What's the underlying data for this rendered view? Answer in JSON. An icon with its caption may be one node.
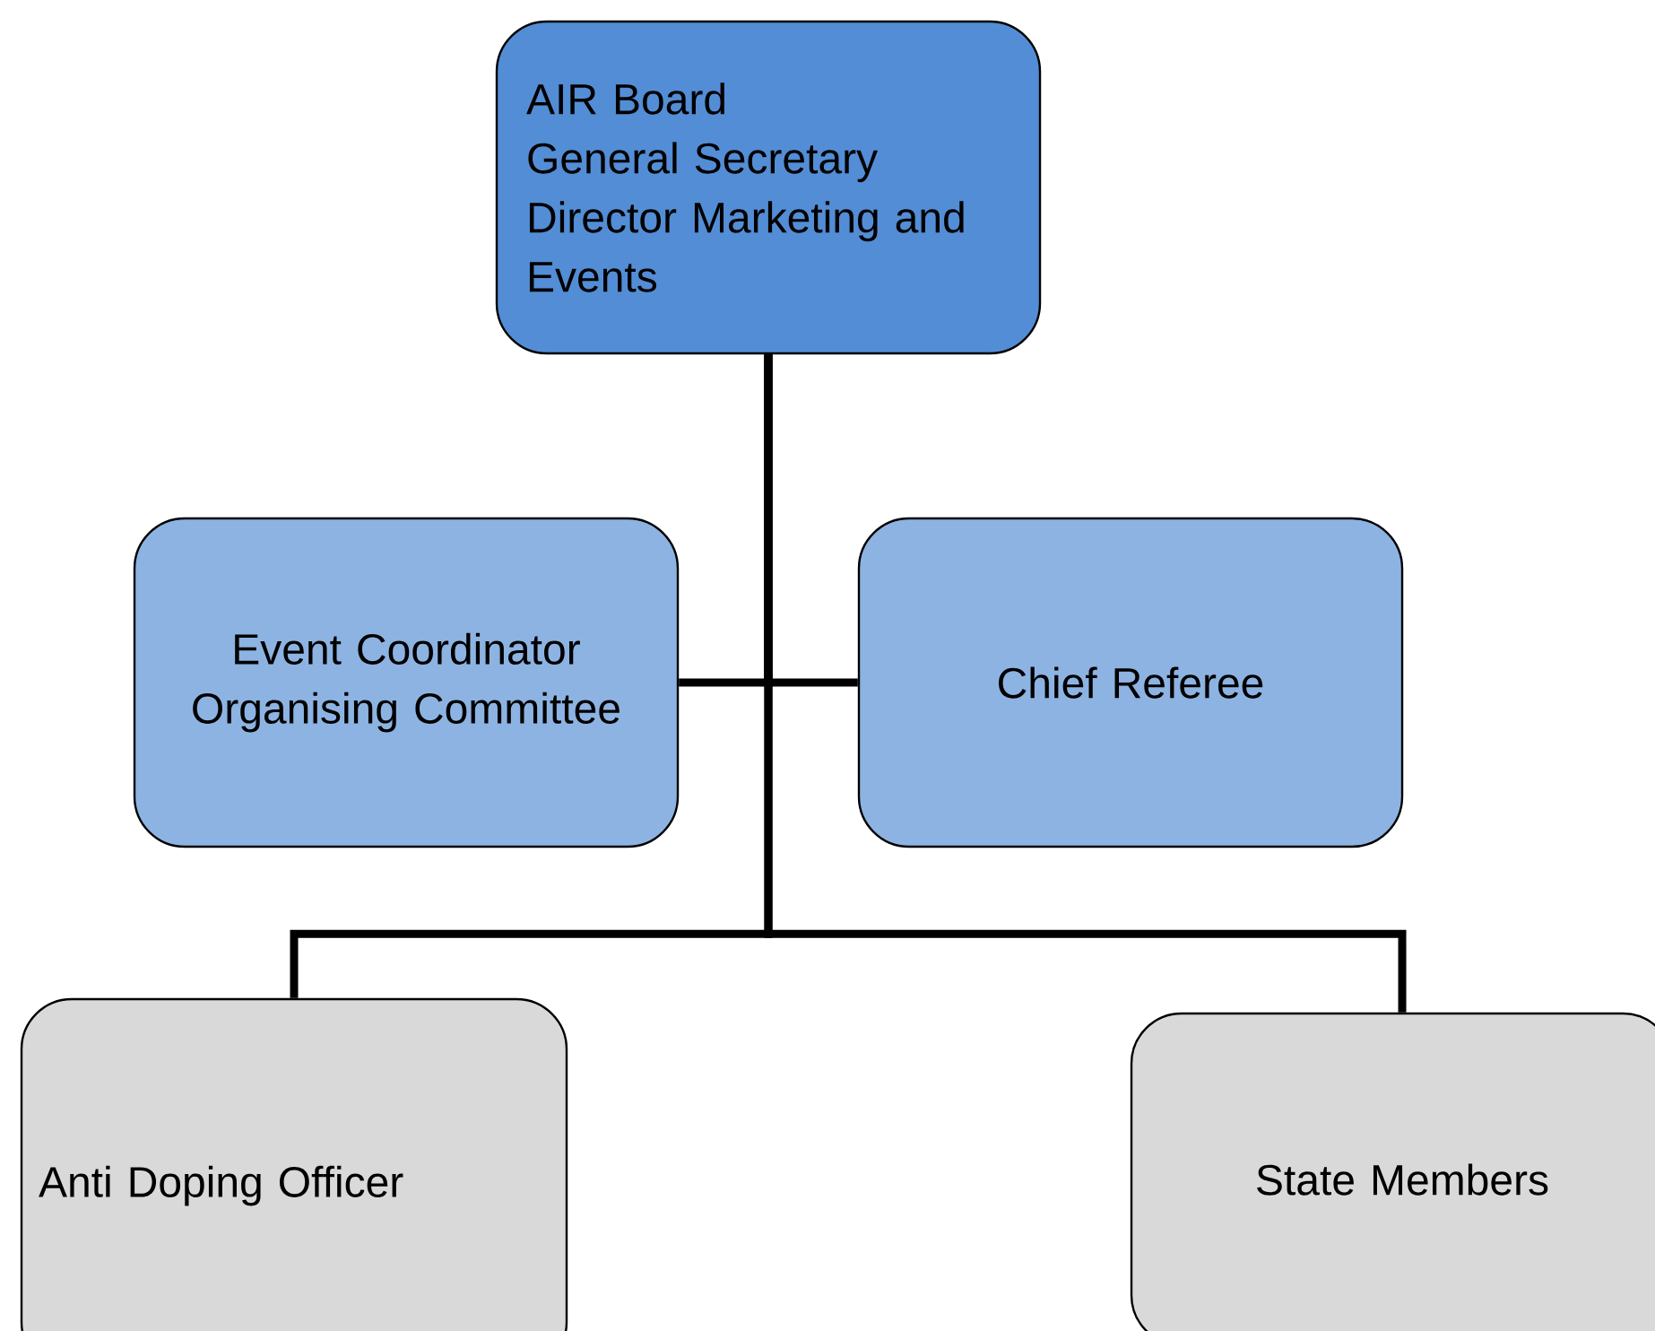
{
  "diagram": {
    "nodes": [
      {
        "text": [
          "AIR Board",
          "General Secretary",
          "Director Marketing and Events"
        ]
      },
      {
        "text": [
          "Event Coordinator",
          "Organising Committee"
        ]
      },
      {
        "text": [
          "Chief Referee"
        ]
      },
      {
        "text": [
          "Anti Doping Officer"
        ]
      },
      {
        "text": [
          "State Members"
        ]
      }
    ],
    "edges": [
      {
        "from": 0,
        "to": 1,
        "arrow": "none"
      },
      {
        "from": 0,
        "to": 2,
        "arrow": "none"
      },
      {
        "from": 0,
        "to": 3,
        "arrow": "none"
      },
      {
        "from": 0,
        "to": 4,
        "arrow": "none"
      }
    ]
  }
}
